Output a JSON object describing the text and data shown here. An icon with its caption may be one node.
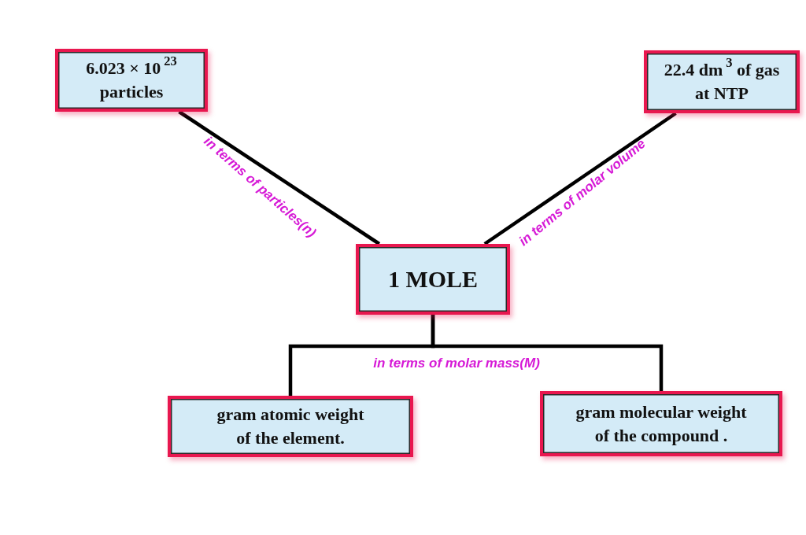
{
  "diagram": {
    "nodes": [
      {
        "text": [
          "6.023 × 10$^{23}$ particles"
        ]
      },
      {
        "text": [
          "22.4 dm$^{3}$ of gas at NTP"
        ]
      },
      {
        "text": [
          "1 MOLE"
        ]
      },
      {
        "text": [
          "gram atomic weight of the element."
        ]
      },
      {
        "text": [
          "gram molecular weight of the compound ."
        ]
      }
    ],
    "edges": [
      {
        "from": 0,
        "to": 2,
        "arrow": "none",
        "label": "in terms of particles(n)"
      },
      {
        "from": 1,
        "to": 2,
        "arrow": "none",
        "label": "in terms of molar volume"
      },
      {
        "from": 2,
        "to": 3,
        "arrow": "none",
        "label": "in terms of molar mass(M)"
      },
      {
        "from": 2,
        "to": 4,
        "arrow": "none"
      }
    ]
  }
}
